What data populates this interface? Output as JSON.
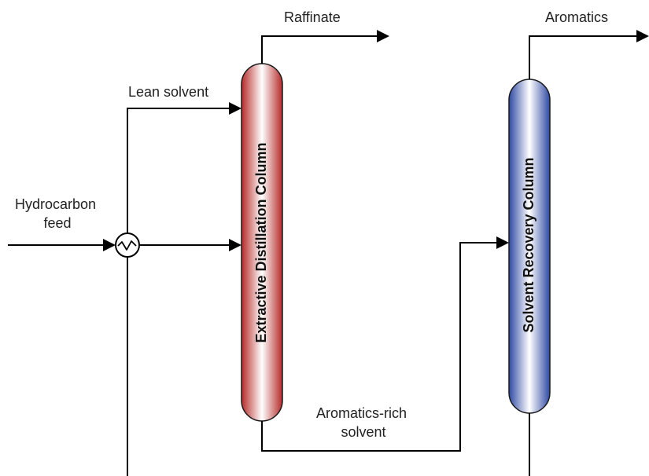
{
  "labels": {
    "raffinate": "Raffinate",
    "aromatics": "Aromatics",
    "lean_solvent": "Lean solvent",
    "hydrocarbon_feed_line1": "Hydrocarbon",
    "hydrocarbon_feed_line2": "feed",
    "rich_solvent_line1": "Aromatics-rich",
    "rich_solvent_line2": "solvent"
  },
  "columns": {
    "extractive": {
      "label": "Extractive Distillation Column",
      "color": "#b52a28"
    },
    "recovery": {
      "label": "Solvent Recovery Column",
      "color": "#2e49a3"
    }
  }
}
